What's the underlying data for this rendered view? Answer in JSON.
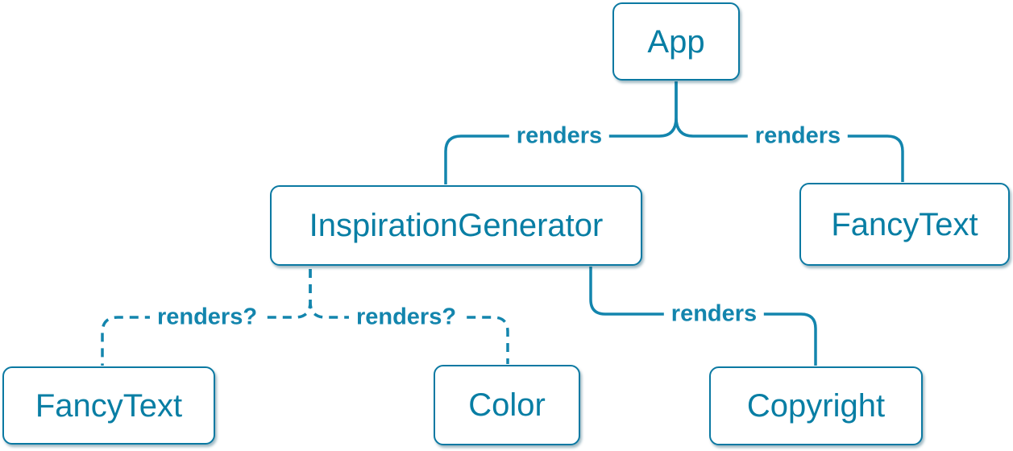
{
  "diagram": {
    "kind": "react-component-render-tree",
    "background_color": "#ffffff",
    "node_text_color": "#087ea4",
    "node_border_color": "#0b79a2",
    "edge_color": "#1385ad",
    "nodes": {
      "app": {
        "label": "App"
      },
      "inspiration": {
        "label": "InspirationGenerator"
      },
      "fancy_top": {
        "label": "FancyText"
      },
      "fancy_bottom": {
        "label": "FancyText"
      },
      "color": {
        "label": "Color"
      },
      "copyright": {
        "label": "Copyright"
      }
    },
    "edge_labels": {
      "renders_top_left": "renders",
      "renders_top_right": "renders",
      "renders_mid": "renders",
      "renders_q_left": "renders?",
      "renders_q_right": "renders?"
    },
    "edges": [
      {
        "from": "App",
        "to": "InspirationGenerator",
        "label": "renders",
        "style": "solid"
      },
      {
        "from": "App",
        "to": "FancyText",
        "label": "renders",
        "style": "solid"
      },
      {
        "from": "InspirationGenerator",
        "to": "FancyText",
        "label": "renders?",
        "style": "dashed"
      },
      {
        "from": "InspirationGenerator",
        "to": "Color",
        "label": "renders?",
        "style": "dashed"
      },
      {
        "from": "InspirationGenerator",
        "to": "Copyright",
        "label": "renders",
        "style": "solid"
      }
    ]
  }
}
